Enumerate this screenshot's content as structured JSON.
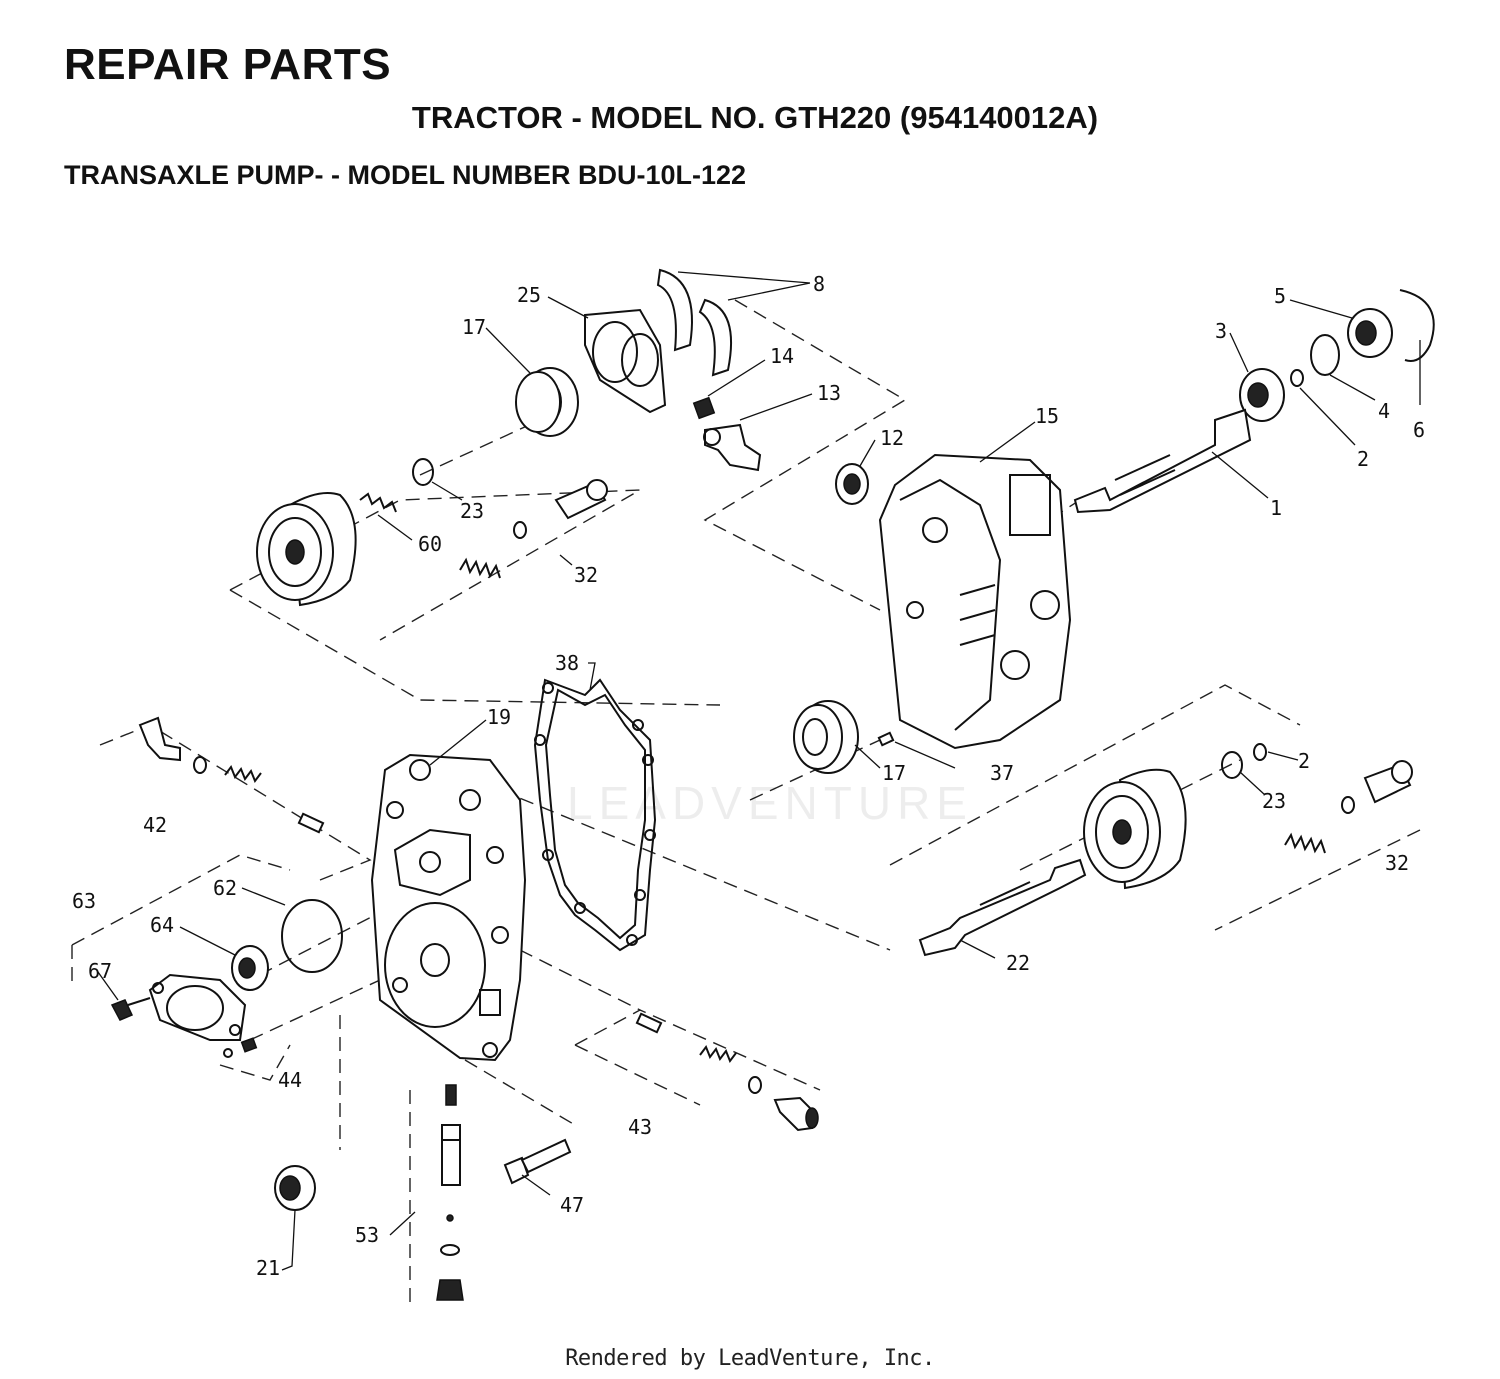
{
  "header": {
    "title": "REPAIR PARTS",
    "subtitle": "TRACTOR - MODEL NO. GTH220 (954140012A)",
    "section": "TRANSAXLE PUMP- - MODEL NUMBER BDU-10L-122"
  },
  "diagram": {
    "callouts": [
      "8",
      "25",
      "17",
      "14",
      "13",
      "5",
      "3",
      "4",
      "6",
      "2",
      "15",
      "12",
      "1",
      "23",
      "60",
      "32",
      "38",
      "19",
      "17",
      "37",
      "42",
      "2",
      "23",
      "63",
      "62",
      "32",
      "64",
      "67",
      "22",
      "44",
      "43",
      "47",
      "53",
      "21"
    ]
  },
  "watermark": "LEADVENTURE",
  "footer": {
    "credit": "Rendered by LeadVenture, Inc."
  }
}
